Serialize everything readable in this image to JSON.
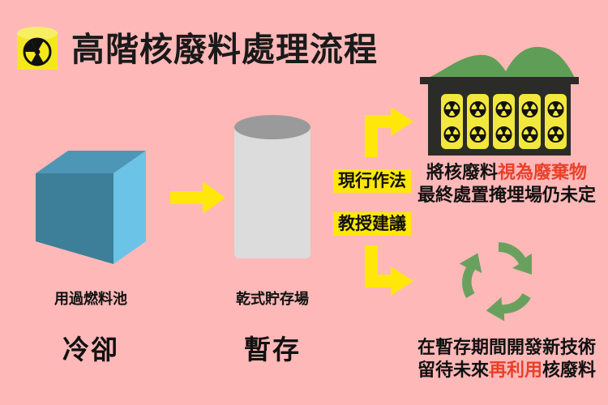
{
  "background_color": "#ffb8b8",
  "header": {
    "title": "高階核廢料處理流程",
    "icon": "radioactive-barrel-icon"
  },
  "stages": [
    {
      "id": "spent-fuel-pool",
      "shape": "blue-cube",
      "label_small": "用過燃料池",
      "label_big": "冷卻",
      "colors": {
        "front": "#6cc3e8",
        "left": "#3d7f99",
        "top": "#4d96b5"
      }
    },
    {
      "id": "dry-storage",
      "shape": "gray-cylinder",
      "label_small": "乾式貯存場",
      "label_big": "暫存",
      "colors": {
        "body": "#dcdcdc",
        "top": "#9a9a9a"
      }
    }
  ],
  "arrows": [
    {
      "id": "arrow-pool-to-storage",
      "direction": "right",
      "color": "#ffe70a"
    },
    {
      "id": "arrow-to-repository",
      "direction": "up-right",
      "color": "#ffe70a"
    },
    {
      "id": "arrow-to-recycling",
      "direction": "down-right",
      "color": "#ffe70a"
    }
  ],
  "branches": [
    {
      "id": "current-practice",
      "badge": "現行作法",
      "badge_bg": "#ffe70a",
      "illustration": "underground-repository-icon",
      "line1": {
        "black_prefix": "將核廢料",
        "red_emphasis": "視為廢棄物",
        "black_suffix": ""
      },
      "line2": {
        "black_prefix": "最終處置掩埋場仍未定",
        "red_emphasis": "",
        "black_suffix": ""
      }
    },
    {
      "id": "professor-proposal",
      "badge": "教授建議",
      "badge_bg": "#ffe70a",
      "illustration": "recycling-symbol-icon",
      "line1": {
        "black_prefix": "在暫存期間開發新技術",
        "red_emphasis": "",
        "black_suffix": ""
      },
      "line2": {
        "black_prefix": "留待未來",
        "red_emphasis": "再利用",
        "black_suffix": "核廢料"
      }
    }
  ],
  "repository": {
    "hill_color": "#5f9e56",
    "bunker_color": "#2b2b28",
    "barrel_color": "#f2e73d",
    "barrel_count": 5,
    "trefoils_per_barrel": 2
  },
  "recycle": {
    "color": "#6aa05e",
    "arrow_count": 3
  },
  "accent_colors": {
    "red": "#e8402a",
    "yellow": "#ffe70a",
    "green": "#5f9e56",
    "blue": "#6cc3e8"
  }
}
